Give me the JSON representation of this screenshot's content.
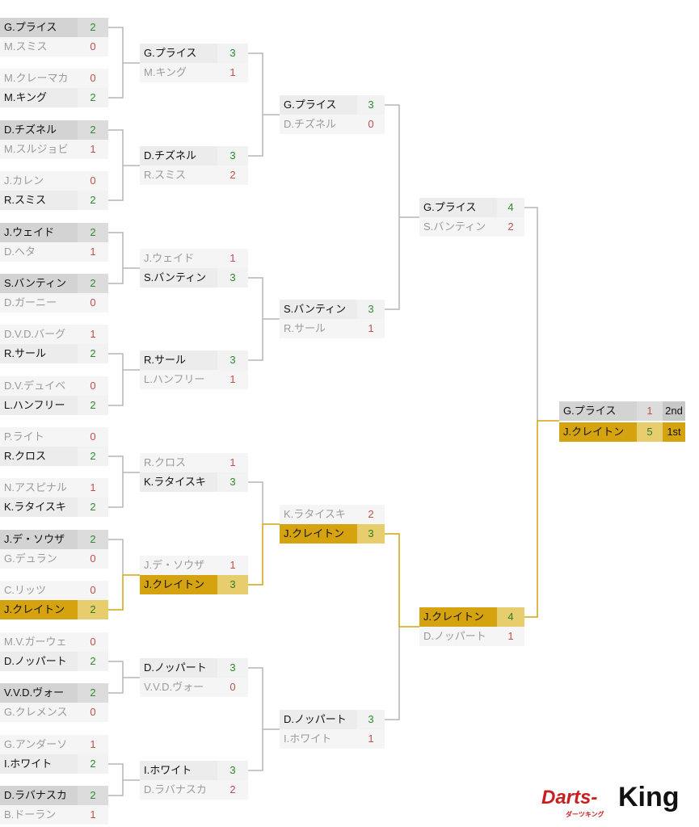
{
  "colors": {
    "gold": "#d4a30f",
    "gold_light": "#e8cd6e",
    "win_score": "#2e8b2e",
    "lose_score": "#c0504d",
    "line_gray": "#b5b5b5"
  },
  "rounds": [
    [
      [
        {
          "n": "G.プライス",
          "s": "2",
          "w": true
        },
        {
          "n": "M.スミス",
          "s": "0"
        }
      ],
      [
        {
          "n": "M.クレーマカ",
          "s": "0"
        },
        {
          "n": "M.キング",
          "s": "2",
          "w": true
        }
      ],
      [
        {
          "n": "D.チズネル",
          "s": "2",
          "w": true
        },
        {
          "n": "M.スルジョビ",
          "s": "1"
        }
      ],
      [
        {
          "n": "J.カレン",
          "s": "0"
        },
        {
          "n": "R.スミス",
          "s": "2",
          "w": true
        }
      ],
      [
        {
          "n": "J.ウェイド",
          "s": "2",
          "w": true
        },
        {
          "n": "D.ヘタ",
          "s": "1"
        }
      ],
      [
        {
          "n": "S.バンティン",
          "s": "2",
          "w": true
        },
        {
          "n": "D.ガーニー",
          "s": "0"
        }
      ],
      [
        {
          "n": "D.V.D.バーグ",
          "s": "1"
        },
        {
          "n": "R.サール",
          "s": "2",
          "w": true
        }
      ],
      [
        {
          "n": "D.V.デュイベ",
          "s": "0"
        },
        {
          "n": "L.ハンフリー",
          "s": "2",
          "w": true
        }
      ],
      [
        {
          "n": "P.ライト",
          "s": "0"
        },
        {
          "n": "R.クロス",
          "s": "2",
          "w": true
        }
      ],
      [
        {
          "n": "N.アスピナル",
          "s": "1"
        },
        {
          "n": "K.ラタイスキ",
          "s": "2",
          "w": true
        }
      ],
      [
        {
          "n": "J.デ・ソウザ",
          "s": "2",
          "w": true
        },
        {
          "n": "G.デュラン",
          "s": "0"
        }
      ],
      [
        {
          "n": "C.リッツ",
          "s": "0"
        },
        {
          "n": "J.クレイトン",
          "s": "2",
          "w": true,
          "c": true
        }
      ],
      [
        {
          "n": "M.V.ガーウェ",
          "s": "0"
        },
        {
          "n": "D.ノッパート",
          "s": "2",
          "w": true
        }
      ],
      [
        {
          "n": "V.V.D.ヴォー",
          "s": "2",
          "w": true
        },
        {
          "n": "G.クレメンス",
          "s": "0"
        }
      ],
      [
        {
          "n": "G.アンダーソ",
          "s": "1"
        },
        {
          "n": "I.ホワイト",
          "s": "2",
          "w": true
        }
      ],
      [
        {
          "n": "D.ラバナスカ",
          "s": "2",
          "w": true
        },
        {
          "n": "B.ドーラン",
          "s": "1"
        }
      ]
    ],
    [
      [
        {
          "n": "G.プライス",
          "s": "3",
          "w": true
        },
        {
          "n": "M.キング",
          "s": "1"
        }
      ],
      [
        {
          "n": "D.チズネル",
          "s": "3",
          "w": true
        },
        {
          "n": "R.スミス",
          "s": "2"
        }
      ],
      [
        {
          "n": "J.ウェイド",
          "s": "1"
        },
        {
          "n": "S.バンティン",
          "s": "3",
          "w": true
        }
      ],
      [
        {
          "n": "R.サール",
          "s": "3",
          "w": true
        },
        {
          "n": "L.ハンフリー",
          "s": "1"
        }
      ],
      [
        {
          "n": "R.クロス",
          "s": "1"
        },
        {
          "n": "K.ラタイスキ",
          "s": "3",
          "w": true
        }
      ],
      [
        {
          "n": "J.デ・ソウザ",
          "s": "1"
        },
        {
          "n": "J.クレイトン",
          "s": "3",
          "w": true,
          "c": true
        }
      ],
      [
        {
          "n": "D.ノッパート",
          "s": "3",
          "w": true
        },
        {
          "n": "V.V.D.ヴォー",
          "s": "0"
        }
      ],
      [
        {
          "n": "I.ホワイト",
          "s": "3",
          "w": true
        },
        {
          "n": "D.ラバナスカ",
          "s": "2"
        }
      ]
    ],
    [
      [
        {
          "n": "G.プライス",
          "s": "3",
          "w": true
        },
        {
          "n": "D.チズネル",
          "s": "0"
        }
      ],
      [
        {
          "n": "S.バンティン",
          "s": "3",
          "w": true
        },
        {
          "n": "R.サール",
          "s": "1"
        }
      ],
      [
        {
          "n": "K.ラタイスキ",
          "s": "2"
        },
        {
          "n": "J.クレイトン",
          "s": "3",
          "w": true,
          "c": true
        }
      ],
      [
        {
          "n": "D.ノッパート",
          "s": "3",
          "w": true
        },
        {
          "n": "I.ホワイト",
          "s": "1"
        }
      ]
    ],
    [
      [
        {
          "n": "G.プライス",
          "s": "4",
          "w": true
        },
        {
          "n": "S.バンティン",
          "s": "2"
        }
      ],
      [
        {
          "n": "J.クレイトン",
          "s": "4",
          "w": true,
          "c": true
        },
        {
          "n": "D.ノッパート",
          "s": "1"
        }
      ]
    ]
  ],
  "final": [
    {
      "n": "G.プライス",
      "s": "1",
      "p": "2nd"
    },
    {
      "n": "J.クレイトン",
      "s": "5",
      "p": "1st",
      "c": true
    }
  ],
  "logo": {
    "main": "Darts-",
    "brand": "King",
    "sub": "ダーツキング"
  }
}
